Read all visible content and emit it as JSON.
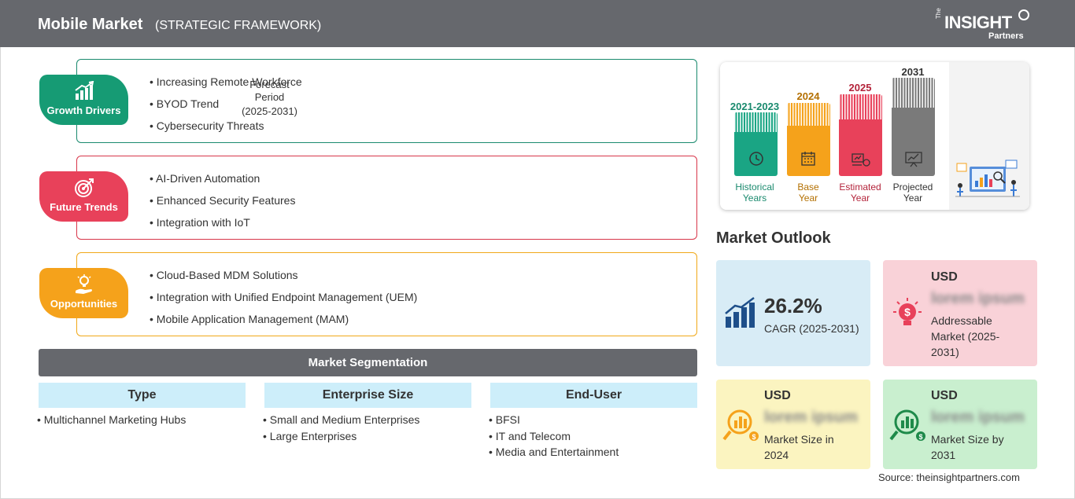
{
  "header": {
    "title": "Mobile Market",
    "subtitle": "(STRATEGIC FRAMEWORK)",
    "logo": {
      "the": "The",
      "insight": "INSIGHT",
      "partners": "Partners"
    }
  },
  "framework": {
    "growth_drivers": {
      "label": "Growth Drivers",
      "items": [
        "Increasing Remote Workforce",
        "BYOD Trend",
        "Cybersecurity Threats"
      ],
      "color": "#169b74"
    },
    "future_trends": {
      "label": "Future Trends",
      "items": [
        "AI-Driven Automation",
        "Enhanced Security Features",
        "Integration with IoT"
      ],
      "color": "#e8415a"
    },
    "opportunities": {
      "label": "Opportunities",
      "items": [
        "Cloud-Based MDM Solutions",
        "Integration with Unified Endpoint Management (UEM)",
        "Mobile Application Management (MAM)"
      ],
      "color": "#f5a21b"
    }
  },
  "segmentation": {
    "title": "Market Segmentation",
    "columns": [
      {
        "header": "Type",
        "items": [
          "Multichannel Marketing Hubs"
        ]
      },
      {
        "header": "Enterprise Size",
        "items": [
          "Small and Medium Enterprises",
          "Large Enterprises"
        ]
      },
      {
        "header": "End-User",
        "items": [
          "BFSI",
          "IT and Telecom",
          "Media and Entertainment"
        ]
      }
    ]
  },
  "timeline": {
    "periods": [
      {
        "year": "2021-2023",
        "caption1": "Historical",
        "caption2": "Years",
        "color": "#1aa584",
        "icon": "history-icon"
      },
      {
        "year": "2024",
        "caption1": "Base",
        "caption2": "Year",
        "color": "#f5a21b",
        "icon": "calendar-icon"
      },
      {
        "year": "2025",
        "caption1": "Estimated",
        "caption2": "Year",
        "color": "#e8415a",
        "icon": "estimate-icon"
      },
      {
        "year": "2031",
        "caption1": "Projected",
        "caption2": "Year",
        "color": "#7a7a7a",
        "icon": "projection-icon"
      }
    ],
    "forecast_label": "Forecast Period",
    "forecast_range": "(2025-2031)"
  },
  "market_outlook": {
    "title": "Market Outlook",
    "cagr": {
      "value": "26.2%",
      "label": "CAGR (2025-2031)",
      "color": "#d8ecf6"
    },
    "addressable": {
      "currency": "USD",
      "value": "lorem ipsum",
      "label": "Addressable Market (2025-2031)",
      "color": "#f9d2d8"
    },
    "size_2024": {
      "currency": "USD",
      "value": "lorem ipsum",
      "label": "Market Size in 2024",
      "color": "#fbf4c0"
    },
    "size_2031": {
      "currency": "USD",
      "value": "lorem ipsum",
      "label": "Market Size by 2031",
      "color": "#c9efcf"
    }
  },
  "source": "Source: theinsightpartners.com"
}
